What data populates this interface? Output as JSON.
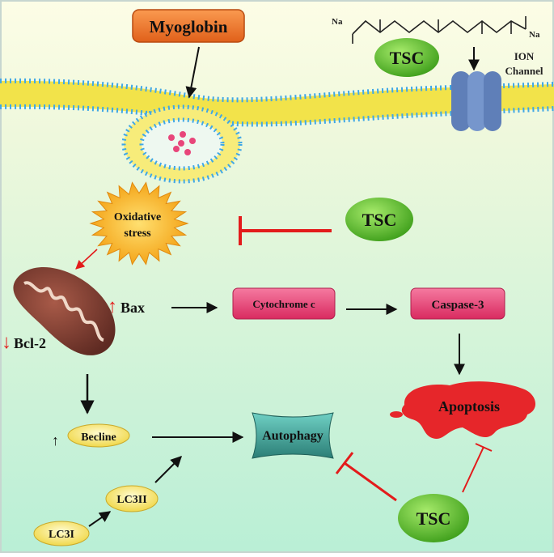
{
  "labels": {
    "myoglobin": "Myoglobin",
    "tsc": "TSC",
    "ion_channel_line1": "ION",
    "ion_channel_line2": "Channel",
    "na_left": "Na",
    "na_right": "Na",
    "oxidative_line1": "Oxidative",
    "oxidative_line2": "stress",
    "bax": "Bax",
    "bcl2": "Bcl-2",
    "cytochrome": "Cytochrome c",
    "caspase": "Caspase-3",
    "apoptosis": "Apoptosis",
    "autophagy": "Autophagy",
    "becline": "Becline",
    "lc3ii": "LC3II",
    "lc3i": "LC3I",
    "up_arrow": "↑",
    "down_arrow": "↓"
  },
  "colors": {
    "background_top": "#fdfde8",
    "background_bottom": "#bff0d8",
    "membrane": "#f2e34a",
    "membrane_head": "#3fa7e6",
    "tsc_fill": "#5cbf2a",
    "myoglobin_fill": "#f47a2c",
    "pink_box": "#e8457a",
    "inhibit_red": "#e31b1b",
    "apoptosis_red": "#e6262a",
    "autophagy_teal": "#3d9f96",
    "yellow_node": "#f5e66a",
    "mito_brown": "#7b3b30"
  }
}
